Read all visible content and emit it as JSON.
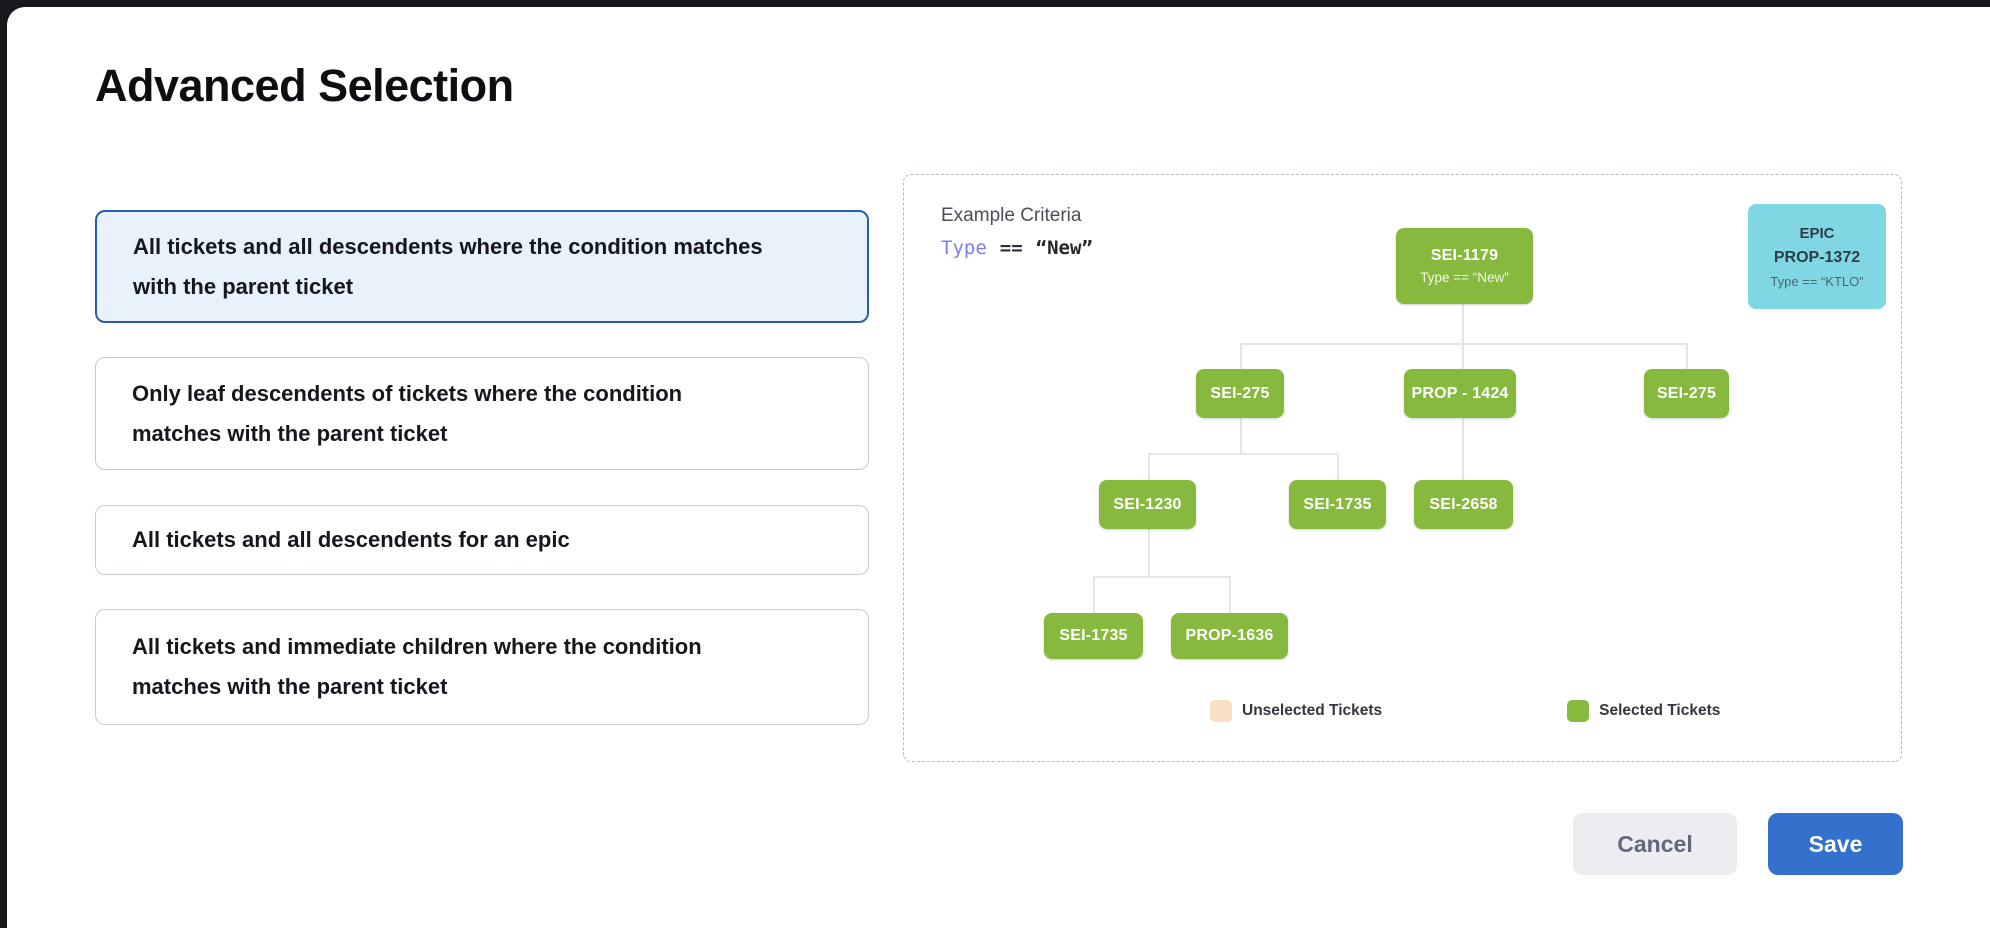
{
  "page": {
    "title": "Advanced Selection"
  },
  "options": [
    {
      "label": "All tickets and all descendents where the condition matches with the parent ticket",
      "selected": true
    },
    {
      "label": "Only leaf descendents of tickets where the condition matches with the parent ticket",
      "selected": false
    },
    {
      "label": "All tickets and all descendents for an epic",
      "selected": false
    },
    {
      "label": "All tickets and immediate children where the condition matches with the parent ticket",
      "selected": false
    }
  ],
  "preview": {
    "criteria_label": "Example Criteria",
    "criteria_code": {
      "field": "Type",
      "operator": "==",
      "value": "“New”"
    },
    "epic_card": {
      "line1": "EPIC",
      "line2": "PROP-1372",
      "line3": "Type == “KTLO”"
    },
    "tree": {
      "root": {
        "id": "SEI-1179",
        "condition": "Type == “New”"
      },
      "level2": [
        "SEI-275",
        "PROP - 1424",
        "SEI-275"
      ],
      "level3": [
        "SEI-1230",
        "SEI-1735",
        "SEI-2658"
      ],
      "level4": [
        "SEI-1735",
        "PROP-1636"
      ]
    },
    "legend": [
      {
        "label": "Unselected Tickets",
        "color": "#f9dfc3"
      },
      {
        "label": "Selected Tickets",
        "color": "#87b93f"
      }
    ]
  },
  "footer": {
    "cancel_label": "Cancel",
    "save_label": "Save"
  },
  "colors": {
    "selected_card_border": "#2a5cb5",
    "selected_card_bg": "#e8f2fb",
    "node_green": "#87b93f",
    "epic_cyan": "#80d7e3",
    "unselected_peach": "#f9dfc3",
    "save_blue": "#3471cc",
    "code_purple": "#7b7ef0",
    "connector_gray": "#e4e6ea"
  }
}
